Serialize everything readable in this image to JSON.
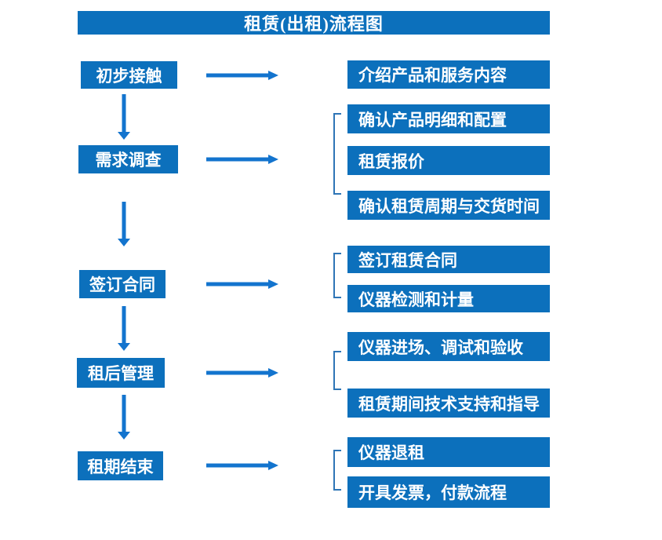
{
  "title": "租赁(出租)流程图",
  "colors": {
    "box_blue": "#0c70bc",
    "arrow_blue": "#1374ce",
    "bracket_blue": "#2e75b6",
    "text_white": "#ffffff"
  },
  "flow": {
    "stages": [
      {
        "label": "初步接触",
        "outputs": [
          "介绍产品和服务内容"
        ]
      },
      {
        "label": "需求调查",
        "outputs": [
          "确认产品明细和配置",
          "租赁报价",
          "确认租赁周期与交货时间"
        ]
      },
      {
        "label": "签订合同",
        "outputs": [
          "签订租赁合同",
          "仪器检测和计量"
        ]
      },
      {
        "label": "租后管理",
        "outputs": [
          "仪器进场、调试和验收",
          "租赁期间技术支持和指导"
        ]
      },
      {
        "label": "租期结束",
        "outputs": [
          "仪器退租",
          "开具发票，付款流程"
        ]
      }
    ]
  }
}
